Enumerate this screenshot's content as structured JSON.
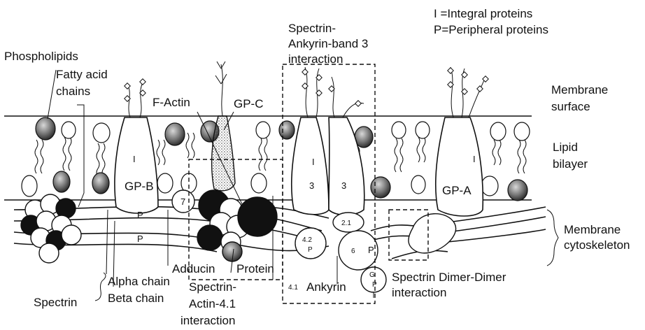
{
  "legend": {
    "integral": "I =Integral proteins",
    "peripheral": "P=Peripheral proteins"
  },
  "labels": {
    "phospholipids": "Phospholipids",
    "fatty_acid_1": "Fatty acid",
    "fatty_acid_2": "chains",
    "f_actin": "F-Actin",
    "gp_c": "GP-C",
    "sab3_1": "Spectrin-",
    "sab3_2": "Ankyrin-band 3",
    "sab3_3": "interaction",
    "membrane_surface_1": "Membrane",
    "membrane_surface_2": "surface",
    "lipid_bilayer_1": "Lipid",
    "lipid_bilayer_2": "bilayer",
    "membrane_cyto_1": "Membrane",
    "membrane_cyto_2": "cytoskeleton",
    "adducin": "Adducin",
    "protein": "Protein",
    "sa41_1": "Spectrin-",
    "sa41_2": "Actin-4.1",
    "sa41_3": "interaction",
    "alpha_chain": "Alpha chain",
    "beta_chain": "Beta chain",
    "spectrin": "Spectrin",
    "ankyrin": "Ankyrin",
    "sdd_1": "Spectrin Dimer-Dimer",
    "sdd_2": "interaction"
  },
  "markers": {
    "gp_b": "GP-B",
    "gp_a": "GP-A",
    "integral_mark": "I",
    "peripheral_mark": "P",
    "band_3": "3",
    "band_7": "7",
    "band_2_1": "2.1",
    "band_4_2": "4.2",
    "band_6": "6",
    "band_4_1": "4.1",
    "band_g": "G"
  },
  "colors": {
    "ink": "#111111",
    "stipple": "#555555",
    "background": "#ffffff"
  }
}
